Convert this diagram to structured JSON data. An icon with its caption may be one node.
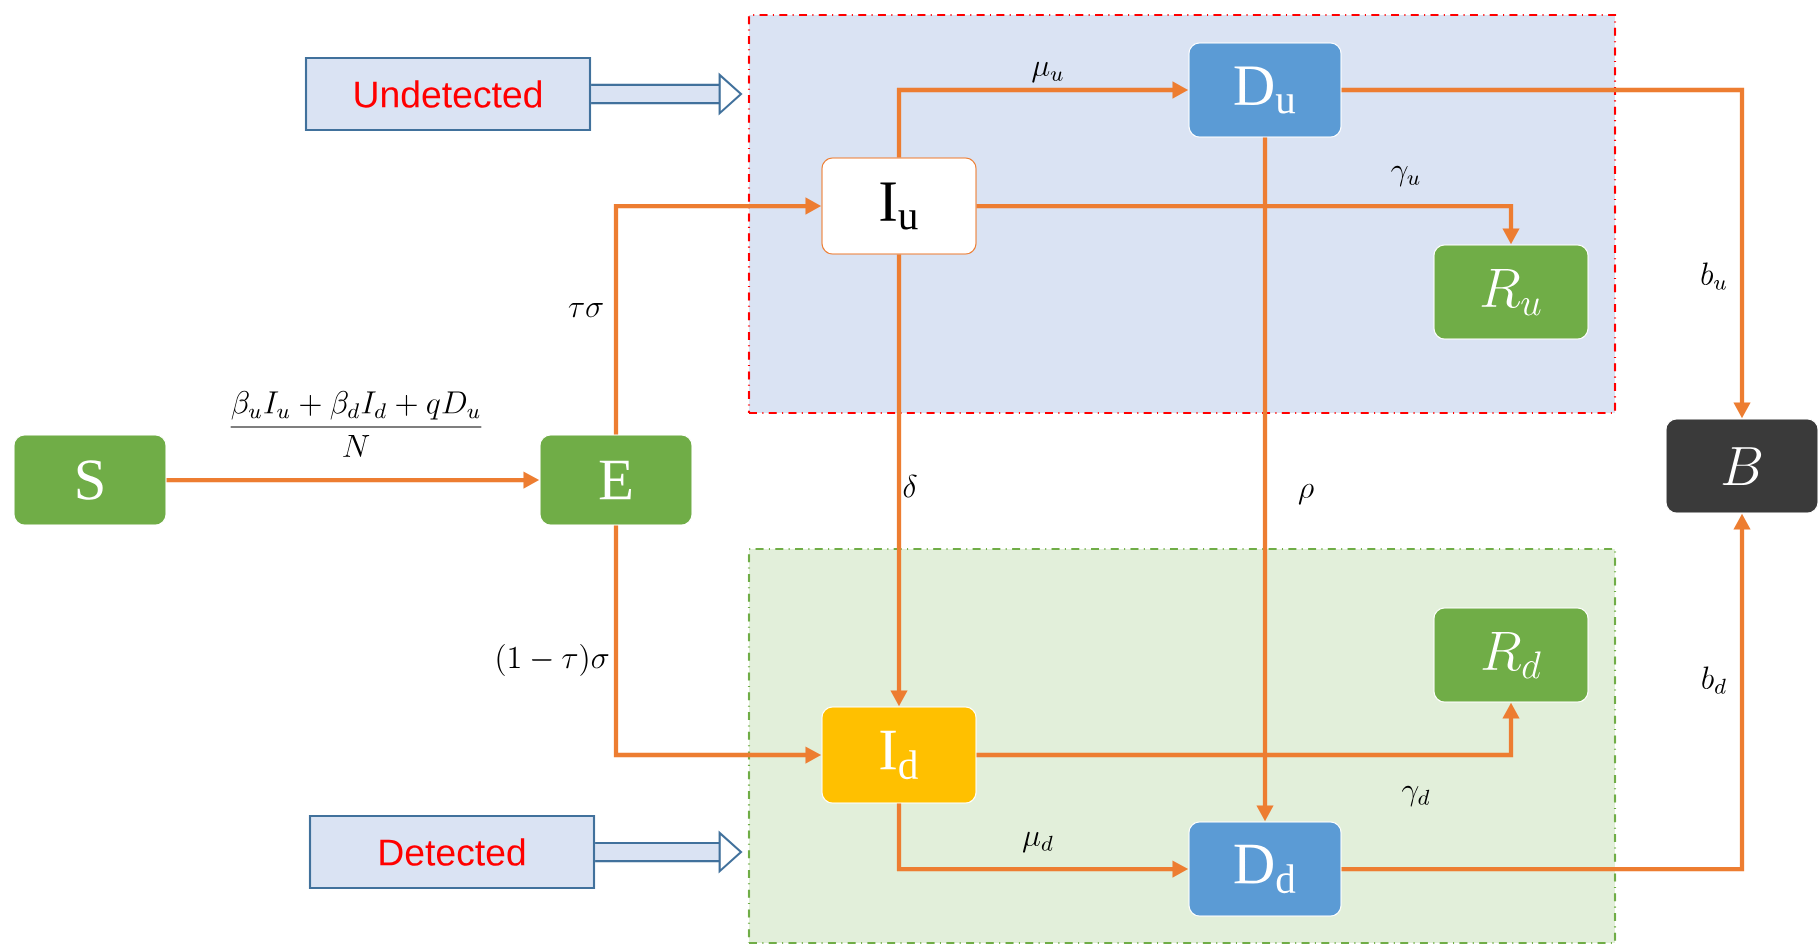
{
  "diagram": {
    "nodes": [
      {
        "text": [],
        "shape": "box"
      },
      {
        "text": [],
        "shape": "box"
      },
      {
        "text": [
          "Undetected"
        ]
      },
      {
        "text": [
          "Detected"
        ]
      },
      {
        "text": [
          "S"
        ]
      },
      {
        "text": [
          "E"
        ]
      },
      {
        "text": [
          "I$_{u}$"
        ],
        "in": 0
      },
      {
        "text": [
          "D$_{u}$"
        ],
        "in": 0
      },
      {
        "text": [
          "R_u"
        ],
        "in": 0
      },
      {
        "text": [
          "I$_{d}$"
        ],
        "in": 1
      },
      {
        "text": [
          "D$_{d}$"
        ],
        "in": 1
      },
      {
        "text": [
          "R_d"
        ],
        "in": 1
      },
      {
        "text": [
          "B"
        ]
      }
    ],
    "edges": [
      {
        "from": 2,
        "to": 0,
        "arrow": "to",
        "style": "thick",
        "color": "#41719c"
      },
      {
        "from": 3,
        "to": 1,
        "arrow": "to",
        "style": "thick",
        "color": "#41719c"
      },
      {
        "from": 4,
        "to": 5,
        "arrow": "to",
        "label": "\\frac{\\beta_u I_u + \\beta_d I_d + q D_u}{N}"
      },
      {
        "from": 5,
        "to": 6,
        "arrow": "to",
        "label": "\\tau\\sigma"
      },
      {
        "from": 5,
        "to": 9,
        "arrow": "to",
        "label": "(1-\\tau)\\sigma"
      },
      {
        "from": 6,
        "to": 7,
        "arrow": "to",
        "label": "\\mu_u"
      },
      {
        "from": 6,
        "to": 8,
        "arrow": "to",
        "label": "\\gamma_u"
      },
      {
        "from": 6,
        "to": 9,
        "arrow": "to",
        "label": "\\delta"
      },
      {
        "from": 7,
        "to": 10,
        "arrow": "to",
        "label": "\\rho"
      },
      {
        "from": 7,
        "to": 12,
        "arrow": "to",
        "label": "b_u"
      },
      {
        "from": 9,
        "to": 11,
        "arrow": "to",
        "label": "\\gamma_d"
      },
      {
        "from": 9,
        "to": 10,
        "arrow": "to",
        "label": "\\mu_d"
      },
      {
        "from": 10,
        "to": 12,
        "arrow": "to",
        "label": "b_d"
      }
    ]
  }
}
